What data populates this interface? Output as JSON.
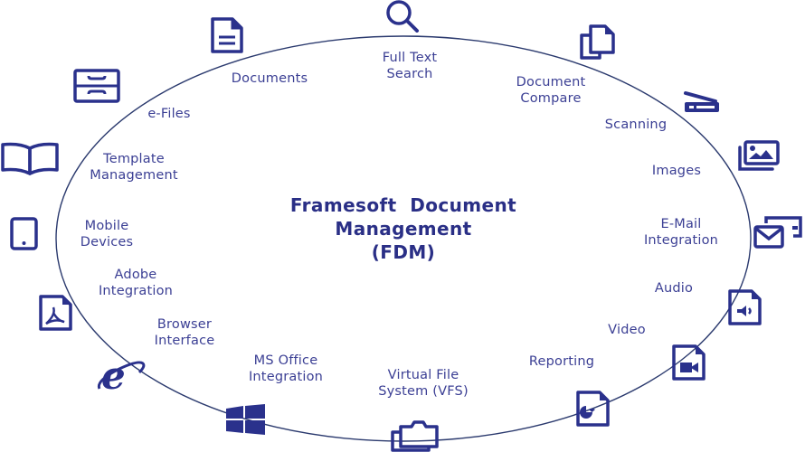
{
  "diagram": {
    "title": "Framesoft  Document\nManagement\n(FDM)",
    "colors": {
      "primary": "#2a318c",
      "label": "#3b3f94",
      "ring": "#2b3a6e",
      "background": "#ffffff"
    },
    "features": [
      {
        "id": "documents",
        "label": "Documents",
        "icon": "document-icon"
      },
      {
        "id": "full-text-search",
        "label": "Full Text\nSearch",
        "icon": "search-icon"
      },
      {
        "id": "document-compare",
        "label": "Document\nCompare",
        "icon": "copy-documents-icon"
      },
      {
        "id": "scanning",
        "label": "Scanning",
        "icon": "scanner-icon"
      },
      {
        "id": "images",
        "label": "Images",
        "icon": "image-gallery-icon"
      },
      {
        "id": "email-integration",
        "label": "E-Mail\nIntegration",
        "icon": "email-icon"
      },
      {
        "id": "audio",
        "label": "Audio",
        "icon": "audio-file-icon"
      },
      {
        "id": "video",
        "label": "Video",
        "icon": "video-file-icon"
      },
      {
        "id": "reporting",
        "label": "Reporting",
        "icon": "report-chart-icon"
      },
      {
        "id": "vfs",
        "label": "Virtual File\nSystem (VFS)",
        "icon": "folders-icon"
      },
      {
        "id": "ms-office",
        "label": "MS Office\nIntegration",
        "icon": "windows-logo-icon"
      },
      {
        "id": "browser",
        "label": "Browser\nInterface",
        "icon": "internet-explorer-icon"
      },
      {
        "id": "adobe",
        "label": "Adobe\nIntegration",
        "icon": "pdf-file-icon"
      },
      {
        "id": "mobile",
        "label": "Mobile\nDevices",
        "icon": "tablet-icon"
      },
      {
        "id": "template",
        "label": "Template\nManagement",
        "icon": "open-book-icon"
      },
      {
        "id": "efiles",
        "label": "e-Files",
        "icon": "file-cabinet-icon"
      }
    ]
  }
}
